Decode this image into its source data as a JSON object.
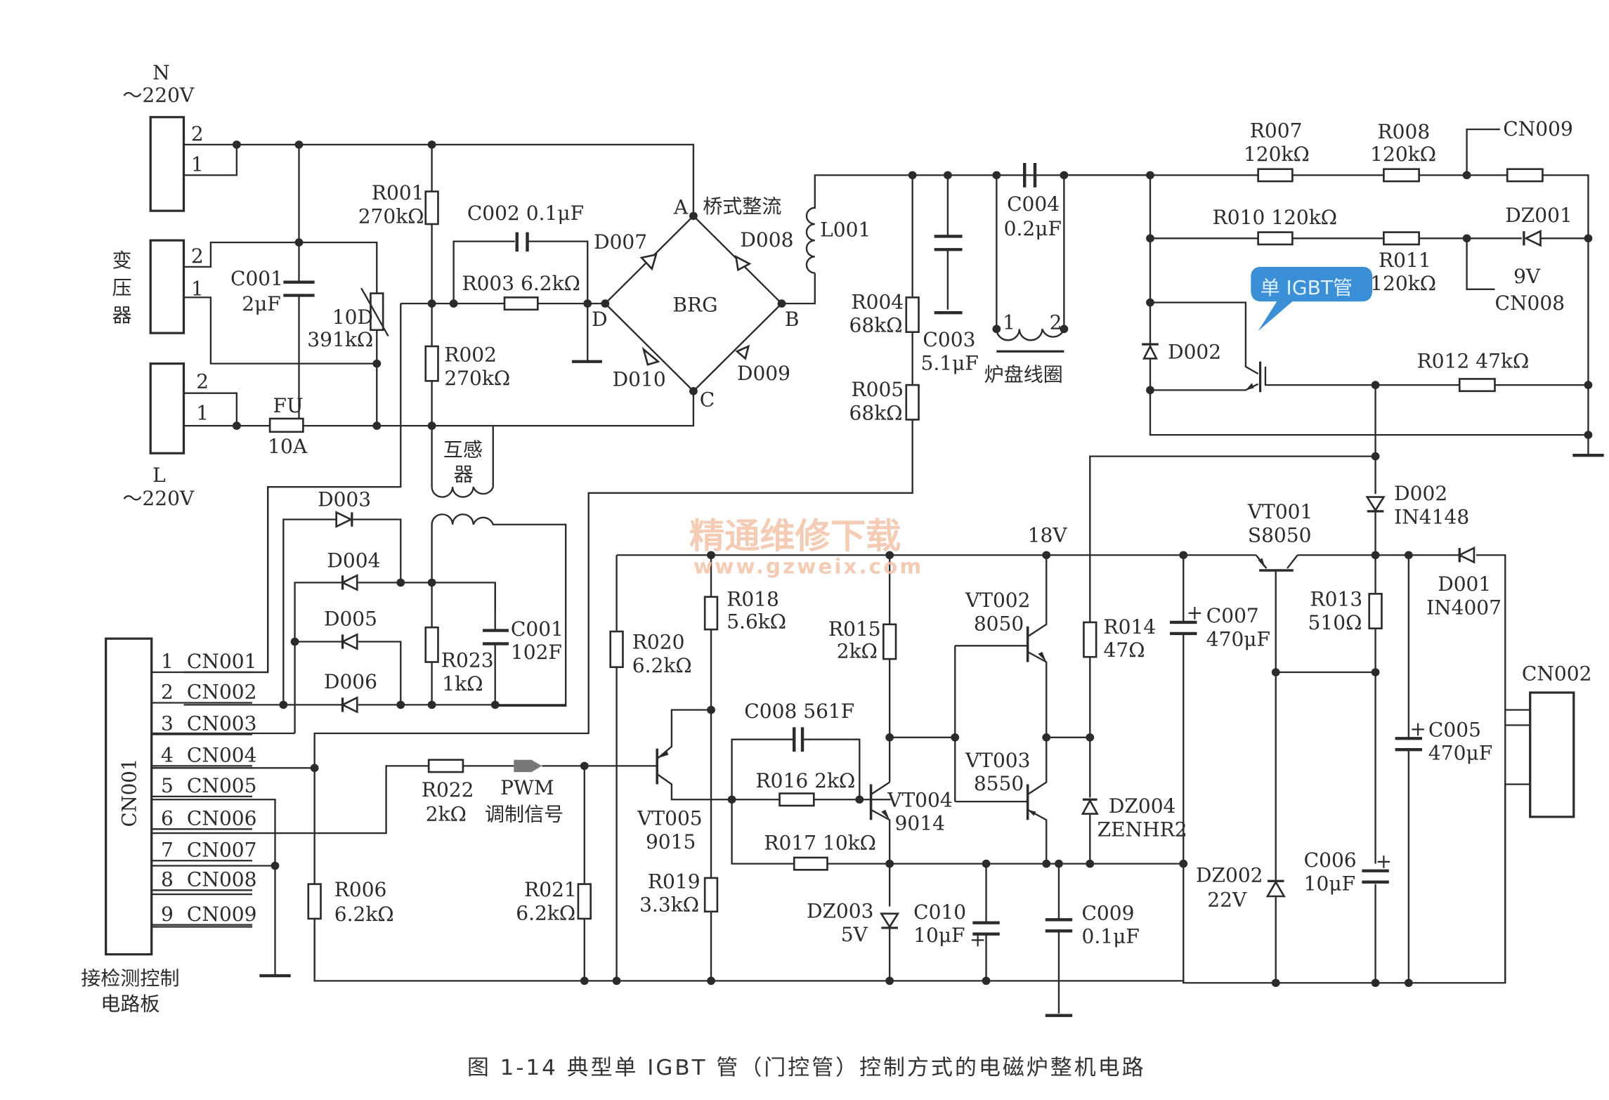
{
  "caption": "图 1-14   典型单 IGBT 管（门控管）控制方式的电磁炉整机电路",
  "watermark": {
    "line1": "精通维修下载",
    "line2": "www.gzweix.com"
  },
  "callout": {
    "text": "单 IGBT管",
    "color": "#3b8fd6"
  },
  "power_input": {
    "n_label": "N",
    "n_voltage": "～220V",
    "l_label": "L",
    "l_voltage": "～220V",
    "transformer_label": [
      "变",
      "压",
      "器"
    ],
    "pins": [
      "2",
      "1"
    ]
  },
  "components": {
    "C001_top": {
      "ref": "C001",
      "value": "2μF"
    },
    "varistor": {
      "ref": "10D",
      "value": "391kΩ"
    },
    "FU": {
      "ref": "FU",
      "value": "10A"
    },
    "R001": {
      "ref": "R001",
      "value": "270kΩ"
    },
    "R002": {
      "ref": "R002",
      "value": "270kΩ"
    },
    "C002": {
      "label": "C002 0.1μF"
    },
    "R003": {
      "label": "R003 6.2kΩ"
    },
    "bridge": {
      "title": "桥式整流",
      "ref": "BRG",
      "nodes": [
        "A",
        "B",
        "C",
        "D"
      ],
      "diodes": [
        "D007",
        "D008",
        "D009",
        "D010"
      ]
    },
    "L001": {
      "ref": "L001"
    },
    "R004": {
      "ref": "R004",
      "value": "68kΩ"
    },
    "R005": {
      "ref": "R005",
      "value": "68kΩ"
    },
    "C003": {
      "ref": "C003",
      "value": "5.1μF"
    },
    "C004": {
      "ref": "C004",
      "value": "0.2μF"
    },
    "coil": {
      "label": "炉盘线圈",
      "pin1": "1",
      "pin2": "2"
    },
    "R007": {
      "ref": "R007",
      "value": "120kΩ"
    },
    "R008": {
      "ref": "R008",
      "value": "120kΩ"
    },
    "R010": {
      "label": "R010 120kΩ"
    },
    "R011": {
      "ref": "R011",
      "value": "120kΩ"
    },
    "DZ001": {
      "ref": "DZ001",
      "value": "9V"
    },
    "CN009_top": {
      "label": "CN009"
    },
    "CN008_top": {
      "label": "CN008"
    },
    "D002_top": {
      "ref": "D002"
    },
    "R012": {
      "label": "R012 47kΩ"
    },
    "current_transformer": {
      "label": [
        "互感",
        "器"
      ]
    },
    "D003": {
      "ref": "D003"
    },
    "D004": {
      "ref": "D004"
    },
    "D005": {
      "ref": "D005"
    },
    "D006": {
      "ref": "D006"
    },
    "R023": {
      "ref": "R023",
      "value": "1kΩ"
    },
    "C001_low": {
      "ref": "C001",
      "value": "102F"
    },
    "R006": {
      "ref": "R006",
      "value": "6.2kΩ"
    },
    "R022": {
      "ref": "R022",
      "value": "2kΩ"
    },
    "pwm": {
      "line1": "PWM",
      "line2": "调制信号"
    },
    "R021": {
      "ref": "R021",
      "value": "6.2kΩ"
    },
    "R020": {
      "ref": "R020",
      "value": "6.2kΩ"
    },
    "R018": {
      "ref": "R018",
      "value": "5.6kΩ"
    },
    "R019": {
      "ref": "R019",
      "value": "3.3kΩ"
    },
    "VT005": {
      "ref": "VT005",
      "value": "9015"
    },
    "C008": {
      "label": "C008 561F"
    },
    "R016": {
      "label": "R016 2kΩ"
    },
    "R017": {
      "label": "R017 10kΩ"
    },
    "R015": {
      "ref": "R015",
      "value": "2kΩ"
    },
    "VT004": {
      "ref": "VT004",
      "value": "9014"
    },
    "DZ003": {
      "ref": "DZ003",
      "value": "5V"
    },
    "C010": {
      "ref": "C010",
      "value": "10μF"
    },
    "rail18": {
      "label": "18V"
    },
    "VT002": {
      "ref": "VT002",
      "value": "8050"
    },
    "VT003": {
      "ref": "VT003",
      "value": "8550"
    },
    "C009": {
      "ref": "C009",
      "value": "0.1μF"
    },
    "R014": {
      "ref": "R014",
      "value": "47Ω"
    },
    "DZ004": {
      "ref": "DZ004",
      "value": "ZENHR2"
    },
    "C007": {
      "ref": "C007",
      "value": "470μF"
    },
    "VT001": {
      "ref": "VT001",
      "value": "S8050"
    },
    "DZ002": {
      "ref": "DZ002",
      "value": "22V"
    },
    "D002_low": {
      "ref": "D002",
      "value": "IN4148"
    },
    "R013": {
      "ref": "R013",
      "value": "510Ω"
    },
    "C006": {
      "ref": "C006",
      "value": "10μF"
    },
    "D001": {
      "ref": "D001",
      "value": "IN4007"
    },
    "C005": {
      "ref": "C005",
      "value": "470μF"
    },
    "CN002": {
      "label": "CN002"
    }
  },
  "cn001": {
    "ref": "CN001",
    "board_label": [
      "接检测控制",
      "电路板"
    ],
    "pins": [
      {
        "num": "1",
        "name": "CN001"
      },
      {
        "num": "2",
        "name": "CN002"
      },
      {
        "num": "3",
        "name": "CN003"
      },
      {
        "num": "4",
        "name": "CN004"
      },
      {
        "num": "5",
        "name": "CN005"
      },
      {
        "num": "6",
        "name": "CN006"
      },
      {
        "num": "7",
        "name": "CN007"
      },
      {
        "num": "8",
        "name": "CN008"
      },
      {
        "num": "9",
        "name": "CN009"
      }
    ]
  },
  "polarity_plus": "+"
}
